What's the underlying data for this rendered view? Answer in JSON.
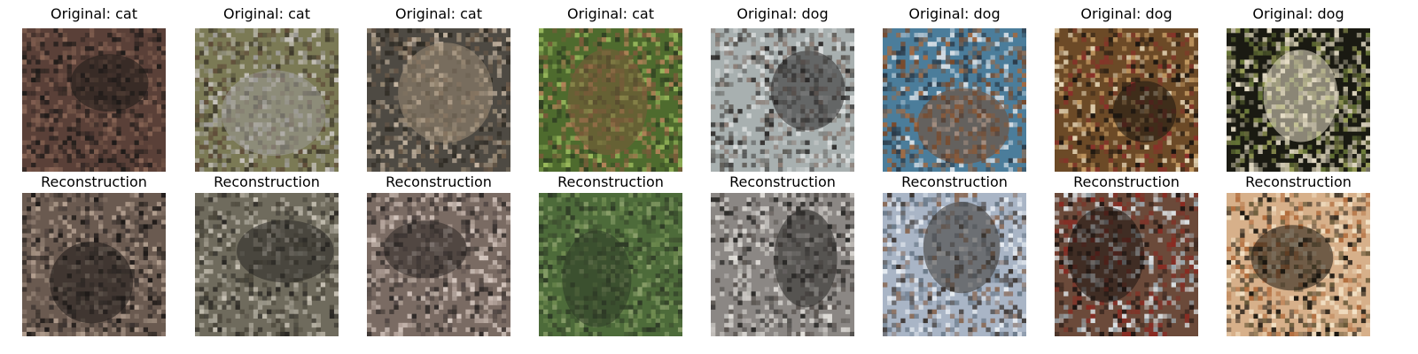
{
  "rows": [
    {
      "items": [
        {
          "title": "Original: cat",
          "palette": {
            "base": "#5a4038",
            "a": "#1d1a18",
            "b": "#7a5a4c",
            "c": "#2a2220",
            "d": "#8a6656"
          }
        },
        {
          "title": "Original: cat",
          "palette": {
            "base": "#7b7a55",
            "a": "#9d9b97",
            "b": "#3f3a2c",
            "c": "#c7c3bd",
            "d": "#5e4a38"
          }
        },
        {
          "title": "Original: cat",
          "palette": {
            "base": "#4e4a43",
            "a": "#9a8a75",
            "b": "#2f2b24",
            "c": "#c9b8a4",
            "d": "#6e5b49"
          }
        },
        {
          "title": "Original: cat",
          "palette": {
            "base": "#4e6b2e",
            "a": "#7a5a3a",
            "b": "#9cbc5e",
            "c": "#2f3d22",
            "d": "#b7835a"
          }
        },
        {
          "title": "Original: dog",
          "palette": {
            "base": "#a8b0b0",
            "a": "#2c2a29",
            "b": "#d9dcdc",
            "c": "#5d5a55",
            "d": "#8a7b73"
          }
        },
        {
          "title": "Original: dog",
          "palette": {
            "base": "#4b7d9b",
            "a": "#7a4a2b",
            "b": "#dbe2e8",
            "c": "#2b3a48",
            "d": "#a26a42"
          }
        },
        {
          "title": "Original: dog",
          "palette": {
            "base": "#6c4a27",
            "a": "#1b1510",
            "b": "#e6d6b6",
            "c": "#c49a62",
            "d": "#8b2f2a"
          }
        },
        {
          "title": "Original: dog",
          "palette": {
            "base": "#1a1a12",
            "a": "#e9e0c9",
            "b": "#6d7d3b",
            "c": "#c9c2a6",
            "d": "#9da35a"
          }
        }
      ]
    },
    {
      "items": [
        {
          "title": "Reconstruction",
          "palette": {
            "base": "#6a5a50",
            "a": "#1e1a18",
            "b": "#8a786c",
            "c": "#3b3330",
            "d": "#b4a090"
          }
        },
        {
          "title": "Reconstruction",
          "palette": {
            "base": "#6f6b5d",
            "a": "#2a2824",
            "b": "#a7a396",
            "c": "#4a463a",
            "d": "#c7c1b4"
          }
        },
        {
          "title": "Reconstruction",
          "palette": {
            "base": "#7a6b63",
            "a": "#2f2a28",
            "b": "#b9a9a0",
            "c": "#4f4542",
            "d": "#d6c8c0"
          }
        },
        {
          "title": "Reconstruction",
          "palette": {
            "base": "#4d6b3a",
            "a": "#2e3a26",
            "b": "#6f8b50",
            "c": "#3e4f30",
            "d": "#8a9f6a"
          }
        },
        {
          "title": "Reconstruction",
          "palette": {
            "base": "#8b8784",
            "a": "#2b2a28",
            "b": "#c9c6c2",
            "c": "#5a5450",
            "d": "#e2dfda"
          }
        },
        {
          "title": "Reconstruction",
          "palette": {
            "base": "#a9b5c6",
            "a": "#3b3430",
            "b": "#e7ecf2",
            "c": "#6b7a8a",
            "d": "#8a6a56"
          }
        },
        {
          "title": "Reconstruction",
          "palette": {
            "base": "#6b4a3a",
            "a": "#1e1512",
            "b": "#dfe6ea",
            "c": "#8a2a22",
            "d": "#9aa6ad"
          }
        },
        {
          "title": "Reconstruction",
          "palette": {
            "base": "#d7b08a",
            "a": "#1c1710",
            "b": "#f4e3c7",
            "c": "#b06a3a",
            "d": "#6a5a3a"
          }
        }
      ]
    }
  ]
}
